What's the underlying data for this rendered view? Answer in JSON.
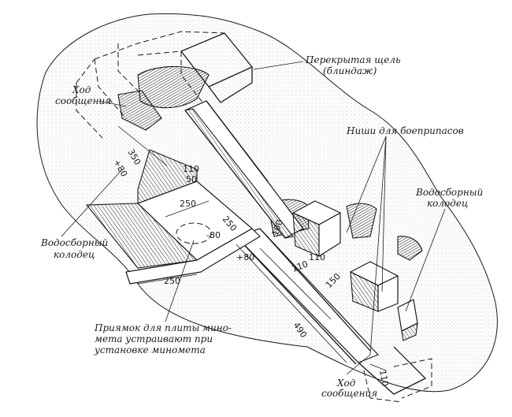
{
  "labels": {
    "covered_slit": "Перекрытая щель",
    "covered_slit_sub": "(блиндаж)",
    "comm_left_1": "Ход",
    "comm_left_2": "сообщения",
    "ammo_niches": "Ниши для боеприпасов",
    "sump_right_1": "Водосборный",
    "sump_right_2": "колодец",
    "sump_left_1": "Водосборный",
    "sump_left_2": "колодец",
    "pit_1": "Приямок для плиты мино-",
    "pit_2": "мета устраивают при",
    "pit_3": "установке миномета",
    "comm_bottom_1": "Ход",
    "comm_bottom_2": "сообщения"
  },
  "dimensions": {
    "d350": "350",
    "d80_upper": "+80",
    "d110_upper": "110",
    "d50_upper": "50",
    "d250_top": "250",
    "d250_right": "250",
    "d80_pit": "-80",
    "d250_bottom": "250",
    "d100": "100",
    "d80_lower": "+80",
    "d110_niche": "110",
    "d110_trench": "110",
    "d150": "150",
    "d490": "490",
    "d110_bottom": "110"
  },
  "colors": {
    "ink": "#1a1a1a",
    "paper": "#ffffff",
    "ground": "#e9e9e9"
  }
}
